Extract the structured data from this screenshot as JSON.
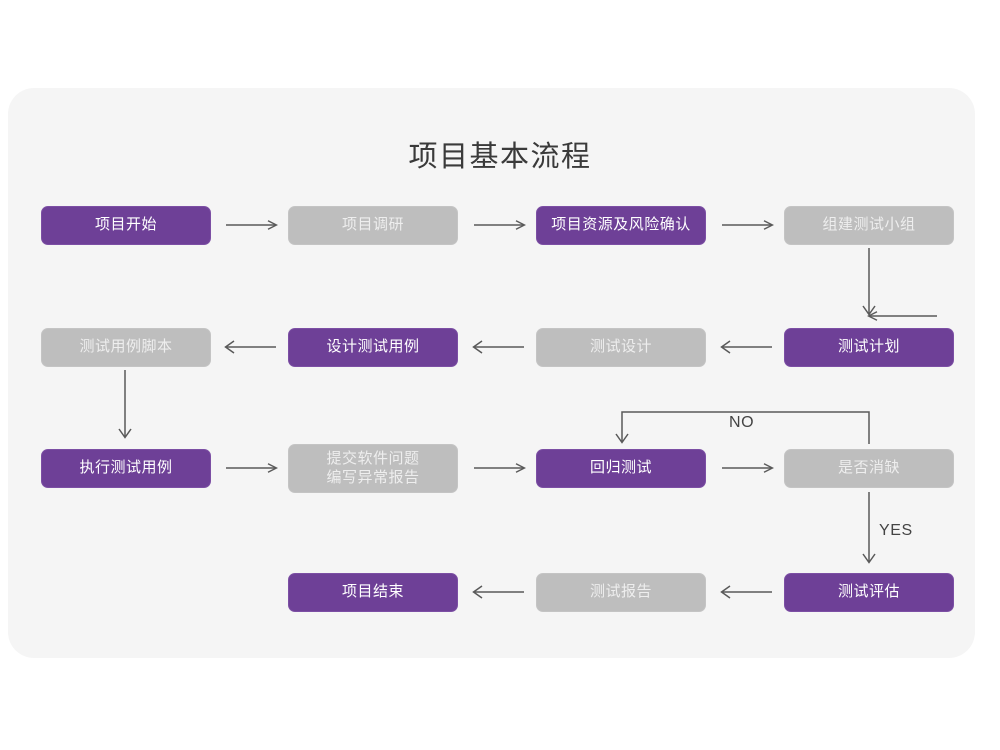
{
  "page": {
    "title": "项目基本流程",
    "background": "#ffffff",
    "card_background": "#f5f5f5"
  },
  "theme": {
    "accent_purple": "#6e4097",
    "muted_gray": "#bebebe",
    "purple_text": "#ffffff",
    "gray_text": "#eeeeee",
    "arrow_color": "#595959",
    "title_color": "#3a3a3a"
  },
  "chart_data": {
    "type": "diagram",
    "title": "项目基本流程",
    "nodes": [
      {
        "id": "n1",
        "label": "项目开始",
        "style": "purple",
        "row": 1,
        "col": 1
      },
      {
        "id": "n2",
        "label": "项目调研",
        "style": "gray",
        "row": 1,
        "col": 2
      },
      {
        "id": "n3",
        "label": "项目资源及风险确认",
        "style": "purple",
        "row": 1,
        "col": 3
      },
      {
        "id": "n4",
        "label": "组建测试小组",
        "style": "gray",
        "row": 1,
        "col": 4
      },
      {
        "id": "n5",
        "label": "测试用例脚本",
        "style": "gray",
        "row": 2,
        "col": 1
      },
      {
        "id": "n6",
        "label": "设计测试用例",
        "style": "purple",
        "row": 2,
        "col": 2
      },
      {
        "id": "n7",
        "label": "测试设计",
        "style": "gray",
        "row": 2,
        "col": 3
      },
      {
        "id": "n8",
        "label": "测试计划",
        "style": "purple",
        "row": 2,
        "col": 4
      },
      {
        "id": "n9",
        "label": "执行测试用例",
        "style": "purple",
        "row": 3,
        "col": 1
      },
      {
        "id": "n10",
        "label": "提交软件问题\n编写异常报告",
        "style": "gray",
        "row": 3,
        "col": 2
      },
      {
        "id": "n11",
        "label": "回归测试",
        "style": "purple",
        "row": 3,
        "col": 3
      },
      {
        "id": "n12",
        "label": "是否消缺",
        "style": "gray",
        "row": 3,
        "col": 4
      },
      {
        "id": "n13",
        "label": "项目结束",
        "style": "purple",
        "row": 4,
        "col": 2
      },
      {
        "id": "n14",
        "label": "测试报告",
        "style": "gray",
        "row": 4,
        "col": 3
      },
      {
        "id": "n15",
        "label": "测试评估",
        "style": "purple",
        "row": 4,
        "col": 4
      }
    ],
    "edges": [
      {
        "from": "n1",
        "to": "n2",
        "dir": "right",
        "label": ""
      },
      {
        "from": "n2",
        "to": "n3",
        "dir": "right",
        "label": ""
      },
      {
        "from": "n3",
        "to": "n4",
        "dir": "right",
        "label": ""
      },
      {
        "from": "n4",
        "to": "n8",
        "dir": "down",
        "label": ""
      },
      {
        "from": "n8",
        "to": "n7",
        "dir": "left",
        "label": ""
      },
      {
        "from": "n7",
        "to": "n6",
        "dir": "left",
        "label": ""
      },
      {
        "from": "n6",
        "to": "n5",
        "dir": "left",
        "label": ""
      },
      {
        "from": "n5",
        "to": "n9",
        "dir": "down",
        "label": ""
      },
      {
        "from": "n9",
        "to": "n10",
        "dir": "right",
        "label": ""
      },
      {
        "from": "n10",
        "to": "n11",
        "dir": "right",
        "label": ""
      },
      {
        "from": "n11",
        "to": "n12",
        "dir": "right",
        "label": ""
      },
      {
        "from": "n12",
        "to": "n11",
        "dir": "loop-up",
        "label": "NO"
      },
      {
        "from": "n12",
        "to": "n15",
        "dir": "down",
        "label": "YES"
      },
      {
        "from": "n15",
        "to": "n14",
        "dir": "left",
        "label": ""
      },
      {
        "from": "n14",
        "to": "n13",
        "dir": "left",
        "label": ""
      }
    ],
    "edge_labels": [
      "NO",
      "YES"
    ]
  },
  "labels": {
    "no": "NO",
    "yes": "YES"
  }
}
